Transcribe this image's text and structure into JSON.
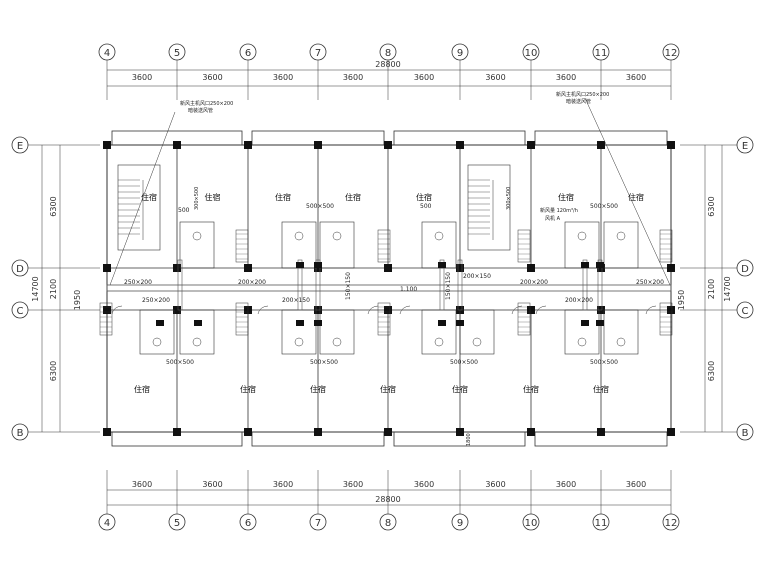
{
  "grid": {
    "columns": [
      "4",
      "5",
      "6",
      "7",
      "8",
      "9",
      "10",
      "11",
      "12"
    ],
    "rows": [
      "E",
      "D",
      "C",
      "B"
    ]
  },
  "dims": {
    "bay": "3600",
    "total_x": "28800",
    "left_outer": "14700",
    "left_parts": [
      "6300",
      "2100",
      "6300"
    ],
    "right_outer": "14700",
    "right_parts": [
      "6300",
      "2100",
      "6300"
    ],
    "corridor_left": "1950",
    "corridor_right": "1950",
    "bottom_small": "1800"
  },
  "rooms": {
    "label": "住宿",
    "north": [
      {
        "col": 4.6
      },
      {
        "col": 5.5
      },
      {
        "col": 6.5
      },
      {
        "col": 7.5
      },
      {
        "col": 8.5
      },
      {
        "col": 10.5
      },
      {
        "col": 11.5
      }
    ],
    "south": [
      {
        "col": 5.5
      },
      {
        "col": 6.5
      },
      {
        "col": 7.5
      },
      {
        "col": 8.5
      },
      {
        "col": 9.5
      },
      {
        "col": 10.5
      },
      {
        "col": 11.5
      }
    ]
  },
  "ducts": {
    "d250x200": "250×200",
    "d200x200": "200×200",
    "d200x150": "200×150",
    "d150x150": "150×150",
    "d500": "500",
    "d500x500": "500×500",
    "center_level": "1.100"
  },
  "notes": {
    "left_top_1": "新风主机风口250×200",
    "left_top_2": "暗装送风管",
    "right_top_1": "新风主机风口250×200",
    "right_top_2": "暗装送风管",
    "left_vertical": "300×500",
    "right_vertical": "300×500",
    "fan_note_1": "新风量 120m³/h",
    "fan_note_2": "风机 A"
  },
  "colors": {
    "line": "#333333",
    "column": "#111111",
    "duct": "#555555"
  }
}
